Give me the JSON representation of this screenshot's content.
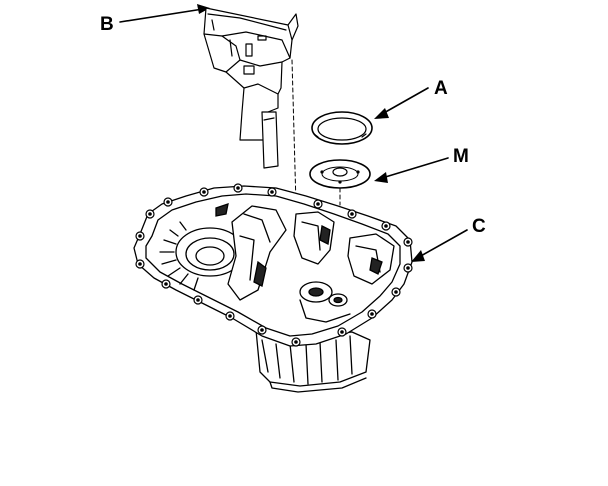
{
  "callouts": {
    "B": "B",
    "A": "A",
    "M": "M",
    "C": "C"
  },
  "parts": {
    "b_icon": "oil-guide-plate-icon",
    "a_icon": "snap-ring-icon",
    "m_icon": "washer-icon",
    "c_icon": "transmission-housing-icon"
  },
  "colors": {
    "ink": "#000000",
    "background": "#ffffff"
  }
}
